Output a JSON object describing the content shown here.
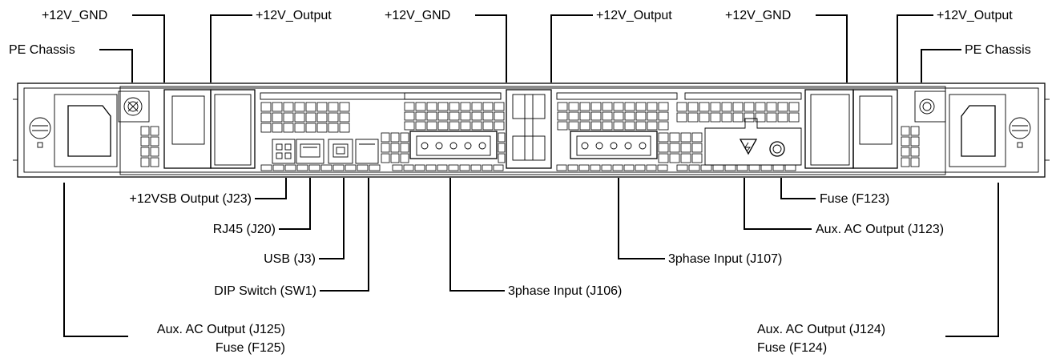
{
  "labels": {
    "gnd_left": "+12V_GND",
    "pe_left": "PE Chassis",
    "out_left": "+12V_Output",
    "gnd_mid": "+12V_GND",
    "out_mid": "+12V_Output",
    "gnd_right": "+12V_GND",
    "out_right": "+12V_Output",
    "pe_right": "PE Chassis",
    "vsb": "+12VSB Output (J23)",
    "rj45": "RJ45 (J20)",
    "usb": "USB (J3)",
    "dip": "DIP Switch  (SW1)",
    "aux_j125": "Aux. AC Output (J125)",
    "fuse_f125": "Fuse (F125)",
    "phase_j106": "3phase Input (J106)",
    "phase_j107": "3phase Input (J107)",
    "fuse_f123": "Fuse (F123)",
    "aux_j123": "Aux. AC Output (J123)",
    "aux_j124": "Aux. AC Output (J124)",
    "fuse_f124": "Fuse (F124)"
  },
  "colors": {
    "line": "#000000",
    "background": "#ffffff"
  }
}
